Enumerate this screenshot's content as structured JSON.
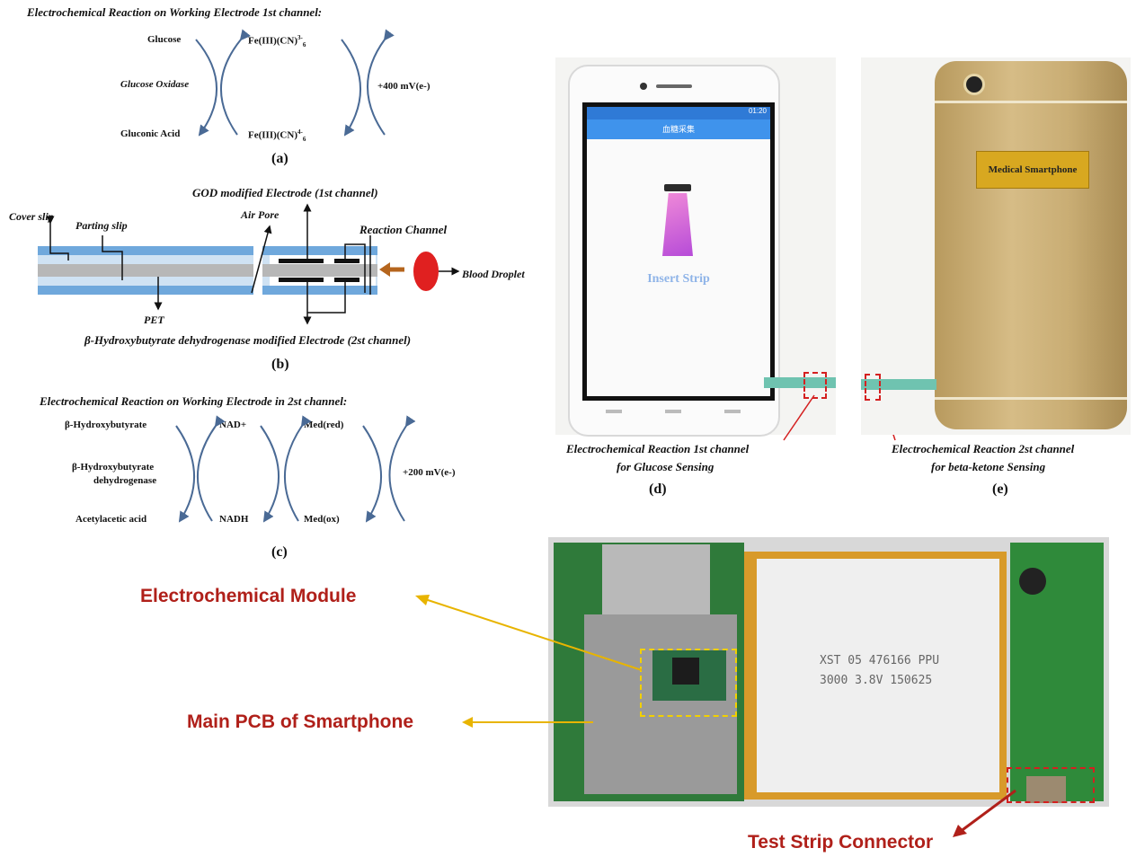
{
  "panel_a": {
    "title": "Electrochemical Reaction on Working Electrode 1st channel:",
    "glucose": "Glucose",
    "enzyme": "Glucose Oxidase",
    "product": "Gluconic Acid",
    "ox": "Fe(III)(CN)",
    "ox_sup": "3-",
    "ox_sub": "6",
    "red": "Fe(III)(CN)",
    "red_sup": "4-",
    "red_sub": "6",
    "potential": "+400 mV(e-)",
    "label": "(a)"
  },
  "panel_b": {
    "god": "GOD modified Electrode (1st channel)",
    "cover": "Cover slip",
    "parting": "Parting slip",
    "airpore": "Air Pore",
    "reaction": "Reaction Channel",
    "blood": "Blood Droplet",
    "pet": "PET",
    "bhb_electrode": "β-Hydroxybutyrate dehydrogenase modified Electrode (2st channel)",
    "label": "(b)"
  },
  "panel_c": {
    "title": "Electrochemical Reaction on Working Electrode in 2st channel:",
    "bhb": "β-Hydroxybutyrate",
    "enzyme1": "β-Hydroxybutyrate",
    "enzyme2": "dehydrogenase",
    "aca": "Acetylacetic acid",
    "nadp": "NAD+",
    "nadh": "NADH",
    "medred": "Med(red)",
    "medox": "Med(ox)",
    "potential": "+200 mV(e-)",
    "label": "(c)"
  },
  "panel_d": {
    "screen_title": "血糖采集",
    "screen_text": "Insert Strip",
    "status_time": "01:20",
    "caption1": "Electrochemical Reaction 1st channel",
    "caption2": "for Glucose Sensing",
    "label": "(d)"
  },
  "panel_e": {
    "badge": "Medical Smartphone",
    "caption1": "Electrochemical Reaction 2st channel",
    "caption2": "for beta-ketone Sensing",
    "label": "(e)"
  },
  "panel_pcb": {
    "module": "Electrochemical Module",
    "pcb": "Main PCB of Smartphone",
    "connector": "Test Strip Connector",
    "battery_line1": "XST 05 476166 PPU",
    "battery_line2": "3000 3.8V 150625"
  },
  "colors": {
    "arc": "#4a6a95",
    "layer_blue": "#6fa8dc",
    "layer_light": "#cfe2f3",
    "pet_gray": "#b7b7b7",
    "blood": "#e02020",
    "arrow_brown": "#b5651d",
    "callout_red": "#b0201a",
    "yellow_arrow": "#e8b400",
    "gold": "#c8a96a"
  }
}
